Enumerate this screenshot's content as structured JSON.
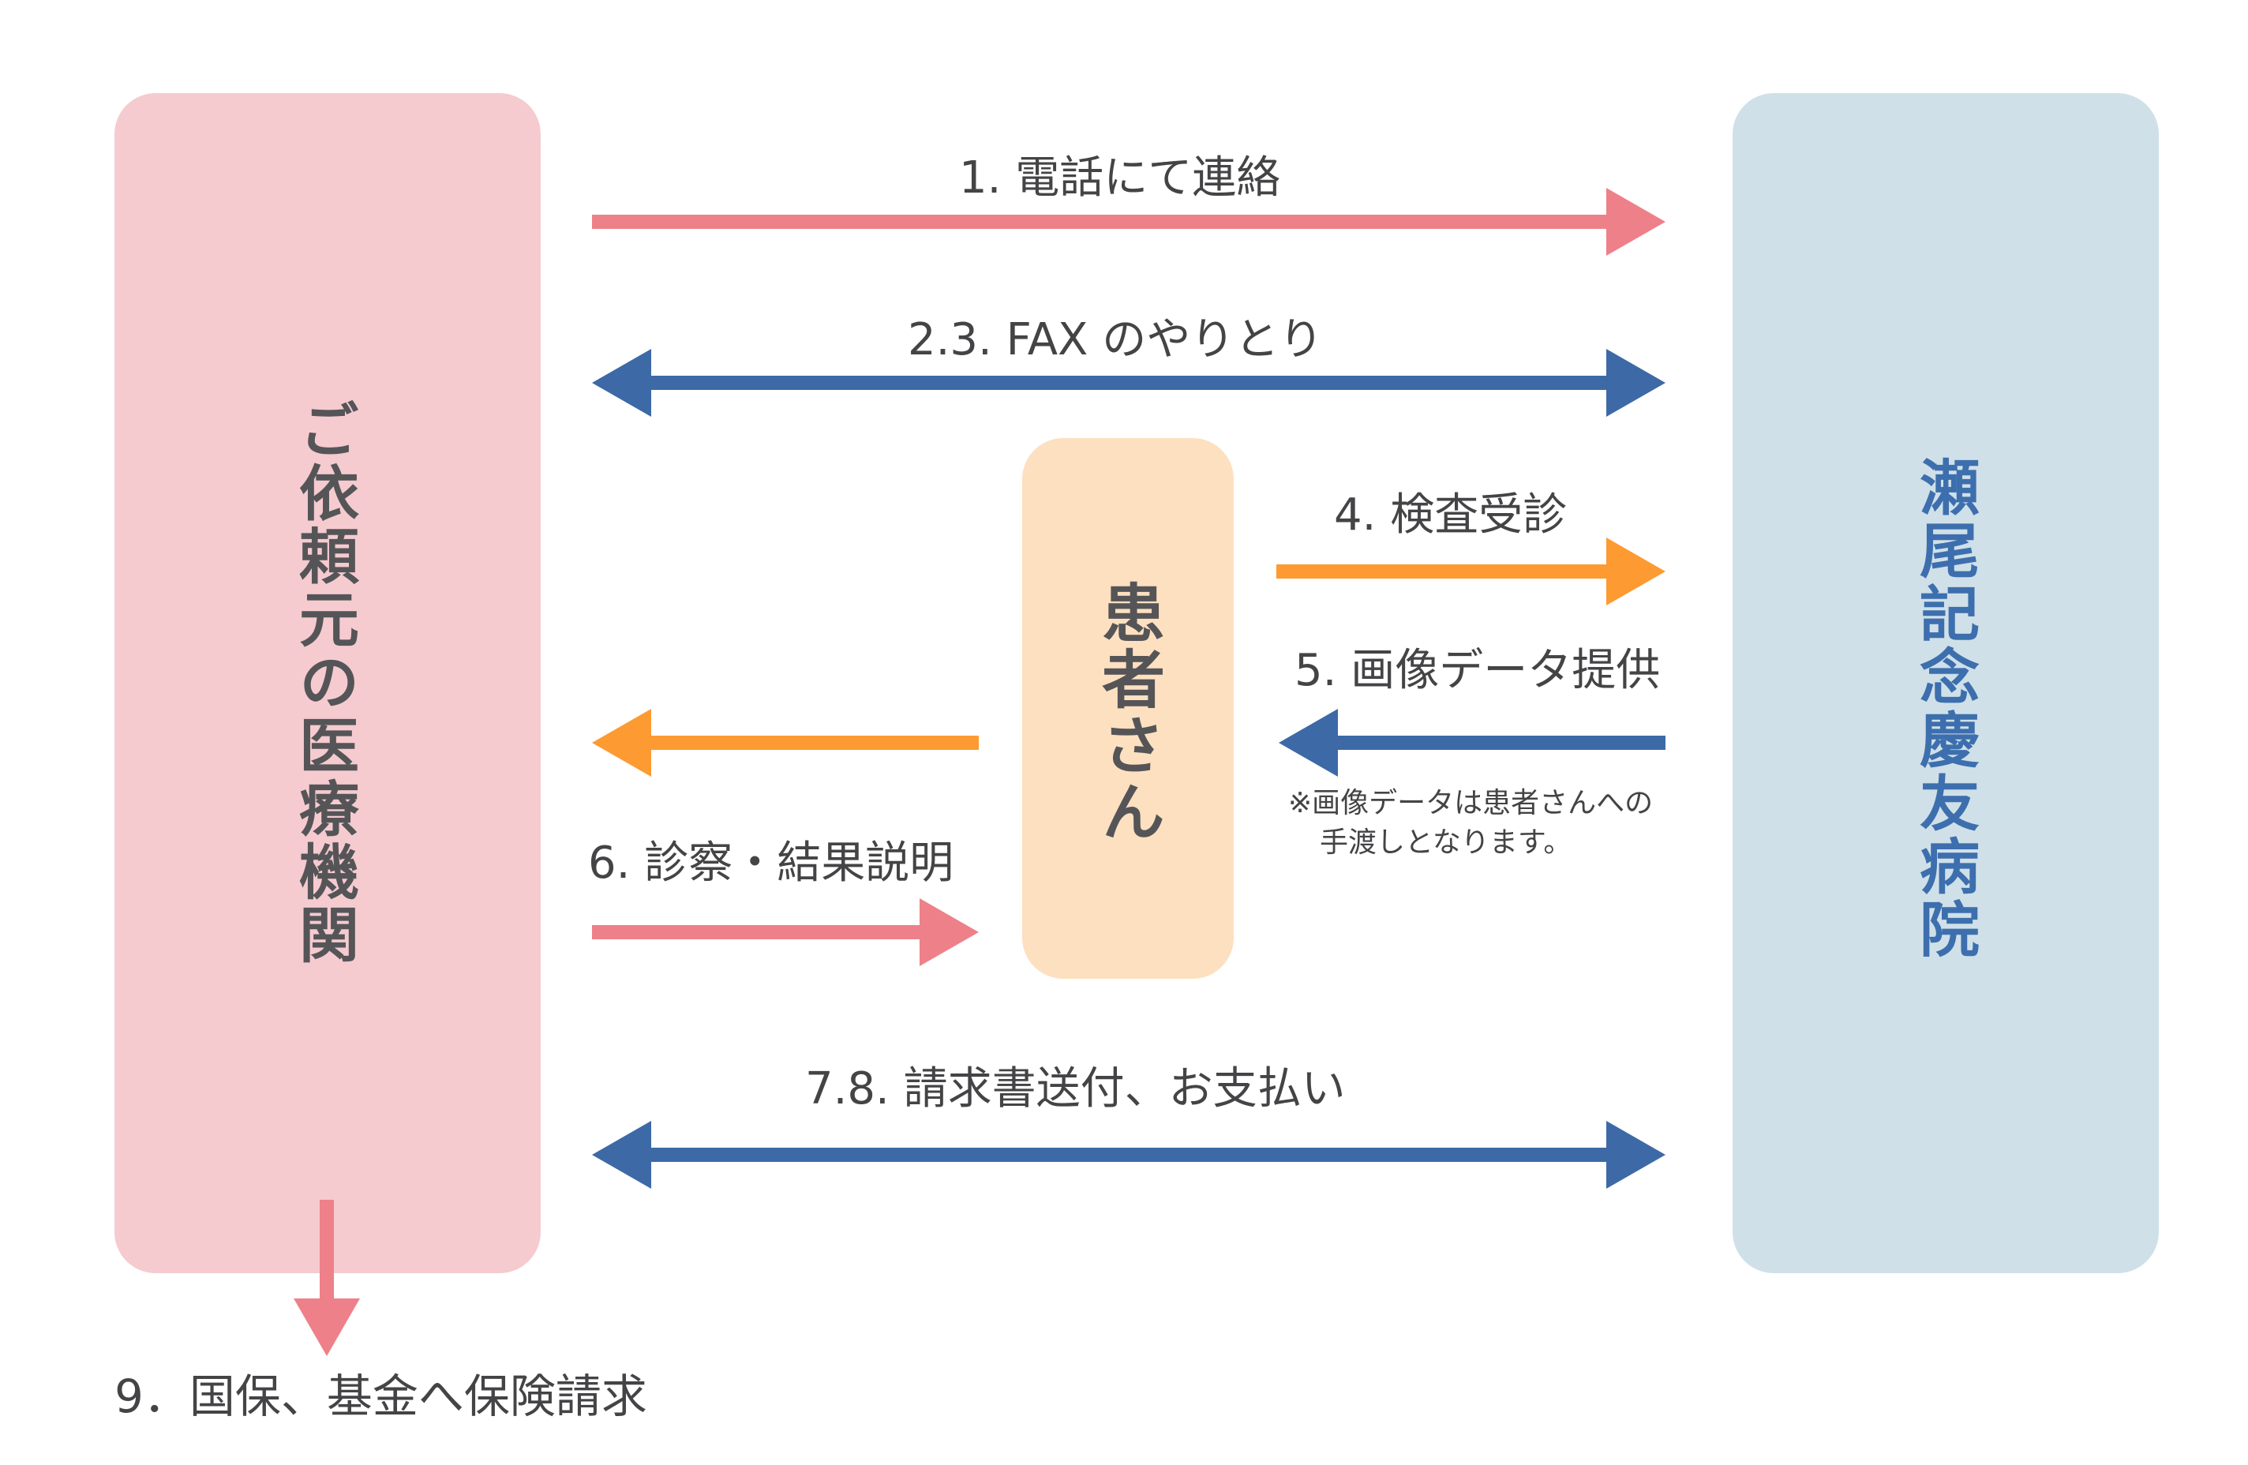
{
  "colors": {
    "pink_arrow": "#ee8089",
    "blue_arrow": "#3d6aa6",
    "orange_arrow": "#fd9a32",
    "left_box": "#f5cbd0",
    "right_box": "#d0e0e8",
    "patient_box": "#fde0c0",
    "right_text": "#3d6fae",
    "dark_text": "#555558"
  },
  "nodes": {
    "referring_institution": "ご依頼元の医療機関",
    "hospital": "瀬尾記念慶友病院",
    "patient": "患者さん"
  },
  "steps": {
    "step1": "1. 電話にて連絡",
    "step23": "2.3. FAX のやりとり",
    "step4": "4. 検査受診",
    "step5": "5. 画像データ提供",
    "step5_note_line1": "※画像データは患者さんへの",
    "step5_note_line2": "手渡しとなります。",
    "step6": "6. 診察・結果説明",
    "step78": "7.8. 請求書送付、お支払い",
    "step9": "9．国保、基金へ保険請求"
  }
}
